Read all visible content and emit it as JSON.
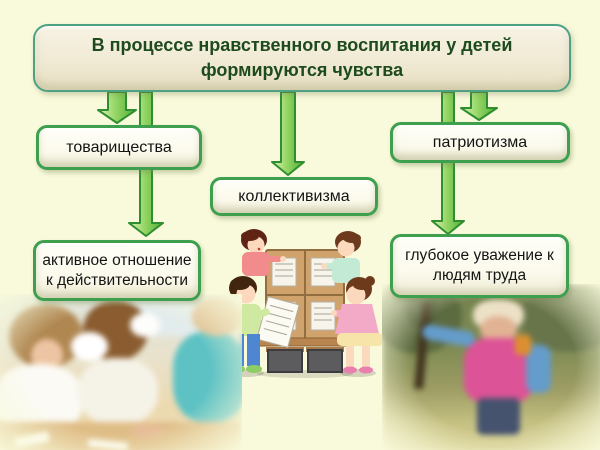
{
  "slide": {
    "background_color": "#f9fadb",
    "title": {
      "lines": [
        "В процессе нравственного воспитания у детей",
        "формируются чувства"
      ]
    },
    "boxes": [
      {
        "label": "товарищества"
      },
      {
        "label": "коллективизма"
      },
      {
        "label": "патриотизма"
      },
      {
        "label": "активное отношение к действительности"
      },
      {
        "label": "глубокое уважение к людям труда"
      }
    ],
    "colors": {
      "title_text": "#1e4b1e",
      "title_border": "#4ea183",
      "node_border": "#3ea04e",
      "arrow_fill_light": "#dff2b8",
      "arrow_fill_dark": "#4fae35",
      "arrow_stroke": "#2f8e2f"
    }
  }
}
